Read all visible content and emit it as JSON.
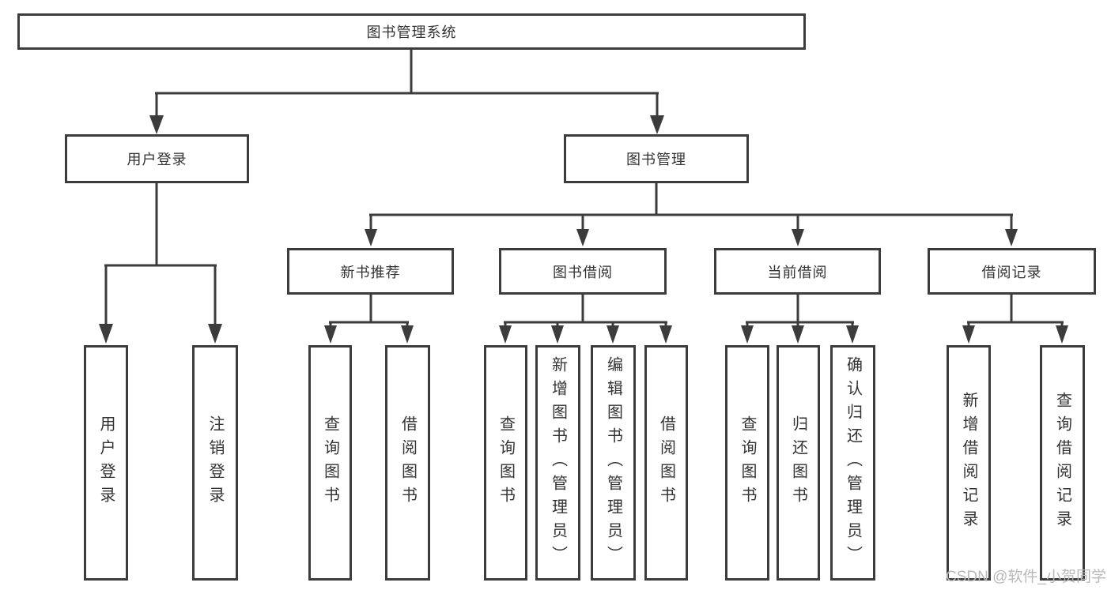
{
  "diagram": {
    "type": "hierarchy-tree",
    "colors": {
      "line": "#3c3c3c",
      "text": "#333333",
      "background": "#ffffff",
      "watermark": "#b9b9b9"
    }
  },
  "watermark": "CSDN @软件_小贺同学",
  "tree": {
    "label": "图书管理系统",
    "children": [
      {
        "label": "用户登录",
        "children": [
          {
            "label": "用户登录"
          },
          {
            "label": "注销登录"
          }
        ]
      },
      {
        "label": "图书管理",
        "children": [
          {
            "label": "新书推荐",
            "children": [
              {
                "label": "查询图书"
              },
              {
                "label": "借阅图书"
              }
            ]
          },
          {
            "label": "图书借阅",
            "children": [
              {
                "label": "查询图书"
              },
              {
                "label": "新增图书（管理员）"
              },
              {
                "label": "编辑图书（管理员）"
              },
              {
                "label": "借阅图书"
              }
            ]
          },
          {
            "label": "当前借阅",
            "children": [
              {
                "label": "查询图书"
              },
              {
                "label": "归还图书"
              },
              {
                "label": "确认归还（管理员）"
              }
            ]
          },
          {
            "label": "借阅记录",
            "children": [
              {
                "label": "新增借阅记录"
              },
              {
                "label": "查询借阅记录"
              }
            ]
          }
        ]
      }
    ]
  }
}
